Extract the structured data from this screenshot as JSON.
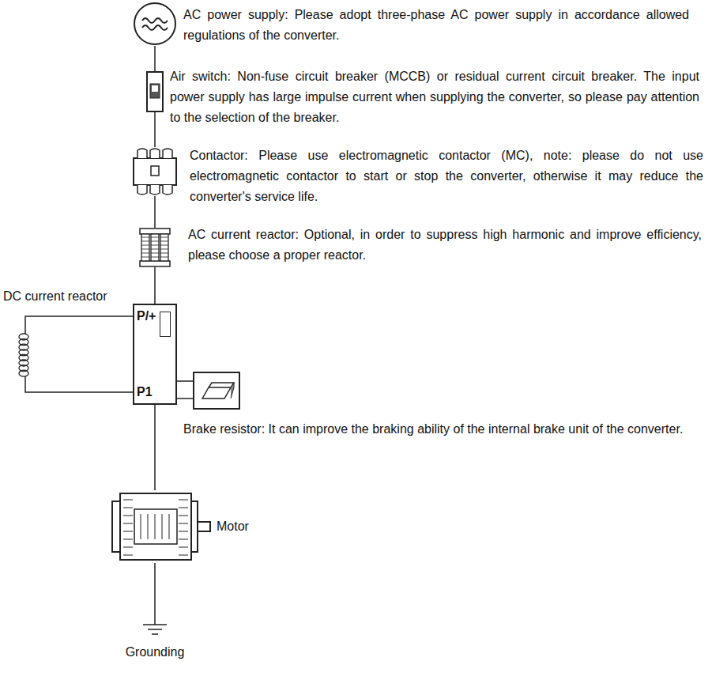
{
  "diagram": {
    "nodes": [
      {
        "text": [
          "AC power supply: Please adopt three-phase AC power supply in accordance allowed regulations of the converter."
        ]
      },
      {
        "text": [
          "Air switch: Non-fuse circuit breaker (MCCB) or residual current circuit breaker. The input power supply has large impulse current when supplying the converter, so please pay attention to the selection of the breaker."
        ]
      },
      {
        "text": [
          "Contactor: Please use electromagnetic contactor (MC), note: please do not use electromagnetic contactor to start or stop the converter, otherwise it may reduce the converter's service life."
        ]
      },
      {
        "text": [
          "AC current reactor: Optional, in order to suppress high harmonic and improve efficiency, please choose a proper reactor."
        ]
      },
      {
        "text": [
          "DC current reactor"
        ]
      },
      {
        "text": [
          "P/+",
          "P1"
        ]
      },
      {
        "text": [
          "Brake resistor: It can improve the braking ability of the internal brake unit of the converter."
        ]
      },
      {
        "text": [
          "Motor"
        ]
      },
      {
        "text": [
          "Grounding"
        ]
      }
    ],
    "edges": [
      {
        "from": 0,
        "to": 1,
        "arrow": "none"
      },
      {
        "from": 1,
        "to": 2,
        "arrow": "none"
      },
      {
        "from": 2,
        "to": 3,
        "arrow": "none"
      },
      {
        "from": 3,
        "to": 5,
        "arrow": "none"
      },
      {
        "from": 5,
        "to": 4,
        "arrow": "none"
      },
      {
        "from": 5,
        "to": 4,
        "arrow": "none"
      },
      {
        "from": 5,
        "to": 6,
        "arrow": "none"
      },
      {
        "from": 5,
        "to": 6,
        "arrow": "none"
      },
      {
        "from": 5,
        "to": 7,
        "arrow": "none"
      },
      {
        "from": 7,
        "to": 8,
        "arrow": "none"
      }
    ]
  }
}
